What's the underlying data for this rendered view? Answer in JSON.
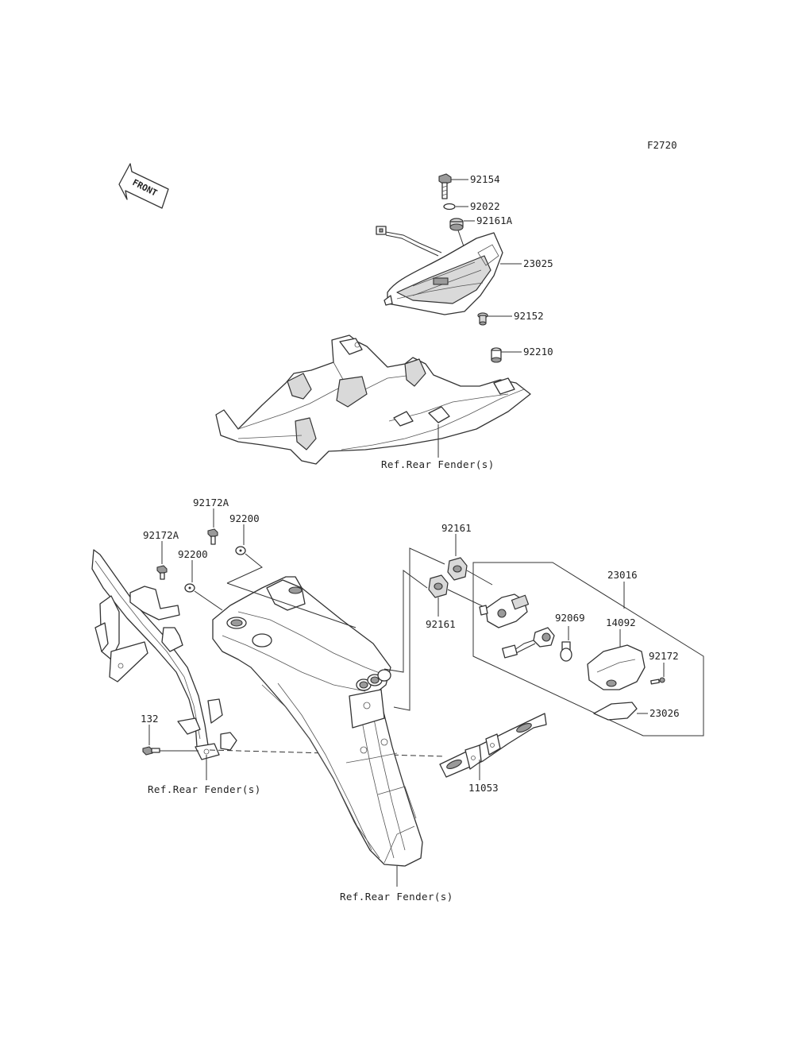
{
  "figure_code": "F2720",
  "front_label": "FRONT",
  "colors": {
    "line": "#333333",
    "background": "#ffffff",
    "shade": "#d9d9d9"
  },
  "callouts": {
    "c92154": "92154",
    "c92022": "92022",
    "c92161A": "92161A",
    "c23025": "23025",
    "c92152": "92152",
    "c92210": "92210",
    "ref_fender_top": "Ref.Rear Fender(s)",
    "c92172A_a": "92172A",
    "c92172A_b": "92172A",
    "c92200_a": "92200",
    "c92200_b": "92200",
    "c92161_top": "92161",
    "c92161_bottom": "92161",
    "c23016": "23016",
    "c92069": "92069",
    "c14092": "14092",
    "c92172": "92172",
    "c23026": "23026",
    "c132": "132",
    "ref_fender_left": "Ref.Rear Fender(s)",
    "c11053": "11053",
    "ref_fender_bottom": "Ref.Rear Fender(s)"
  }
}
